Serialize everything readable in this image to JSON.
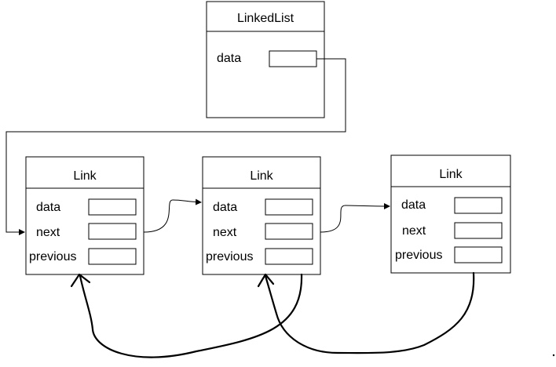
{
  "linked_list": {
    "title": "LinkedList",
    "field_label": "data"
  },
  "links": [
    {
      "title": "Link",
      "fields": [
        "data",
        "next",
        "previous"
      ]
    },
    {
      "title": "Link",
      "fields": [
        "data",
        "next",
        "previous"
      ]
    },
    {
      "title": "Link",
      "fields": [
        "data",
        "next",
        "previous"
      ]
    }
  ]
}
